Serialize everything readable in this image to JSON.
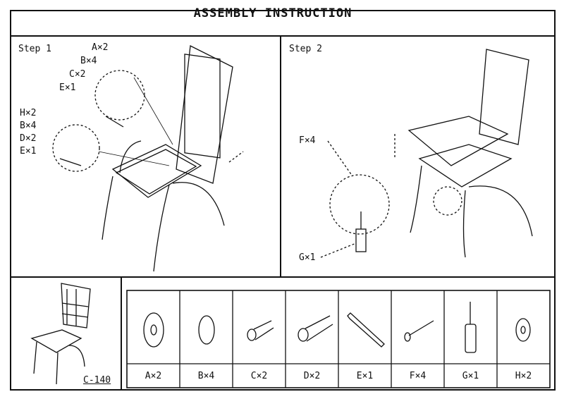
{
  "title": "ASSEMBLY INSTRUCTION",
  "step1": {
    "label": "Step 1",
    "callouts_top": [
      "A×2",
      "B×4",
      "C×2",
      "E×1"
    ],
    "callouts_bottom": [
      "H×2",
      "B×4",
      "D×2",
      "E×1"
    ]
  },
  "step2": {
    "label": "Step 2",
    "callouts": [
      "F×4",
      "G×1"
    ]
  },
  "model": "C-140",
  "parts": [
    {
      "label": "A×2",
      "icon": "washer-icon"
    },
    {
      "label": "B×4",
      "icon": "split-ring-icon"
    },
    {
      "label": "C×2",
      "icon": "short-bolt-icon"
    },
    {
      "label": "D×2",
      "icon": "long-bolt-icon"
    },
    {
      "label": "E×1",
      "icon": "allen-key-icon"
    },
    {
      "label": "F×4",
      "icon": "screw-icon"
    },
    {
      "label": "G×1",
      "icon": "screwdriver-icon"
    },
    {
      "label": "H×2",
      "icon": "small-washer-icon"
    }
  ]
}
